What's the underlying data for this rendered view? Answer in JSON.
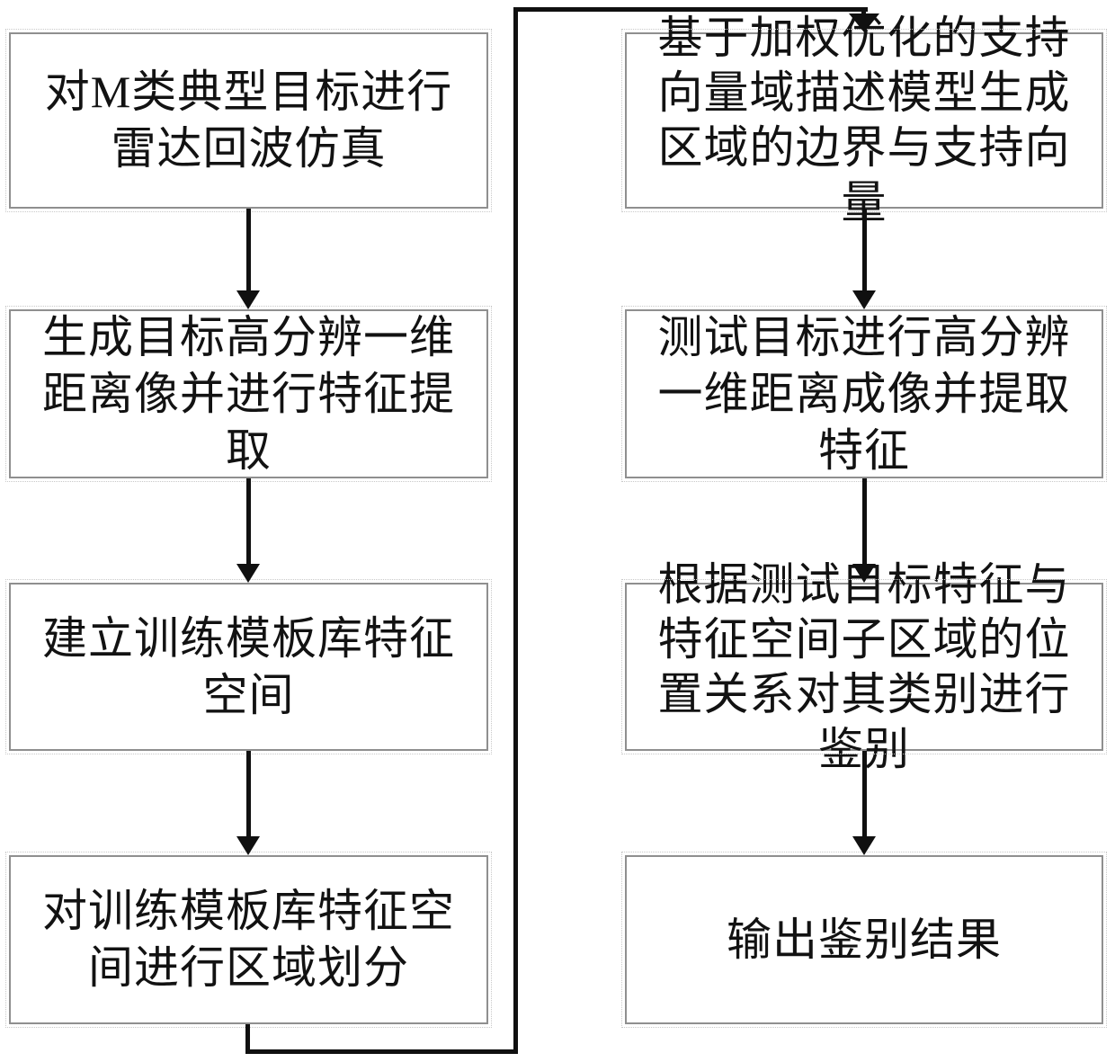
{
  "flow": {
    "left_column": [
      {
        "text": "对M类典型目标进行雷达回波仿真"
      },
      {
        "text": "生成目标高分辨一维距离像并进行特征提取"
      },
      {
        "text": "建立训练模板库特征空间"
      },
      {
        "text": "对训练模板库特征空间进行区域划分"
      }
    ],
    "right_column": [
      {
        "text": "基于加权优化的支持向量域描述模型生成区域的边界与支持向量"
      },
      {
        "text": "测试目标进行高分辨一维距离成像并提取特征"
      },
      {
        "text": "根据测试目标特征与特征空间子区域的位置关系对其类别进行鉴别"
      },
      {
        "text": "输出鉴别结果"
      }
    ],
    "colors": {
      "background": "#ffffff",
      "box_border": "#8f8f8f",
      "arrow": "#101010",
      "text": "#121212"
    }
  }
}
